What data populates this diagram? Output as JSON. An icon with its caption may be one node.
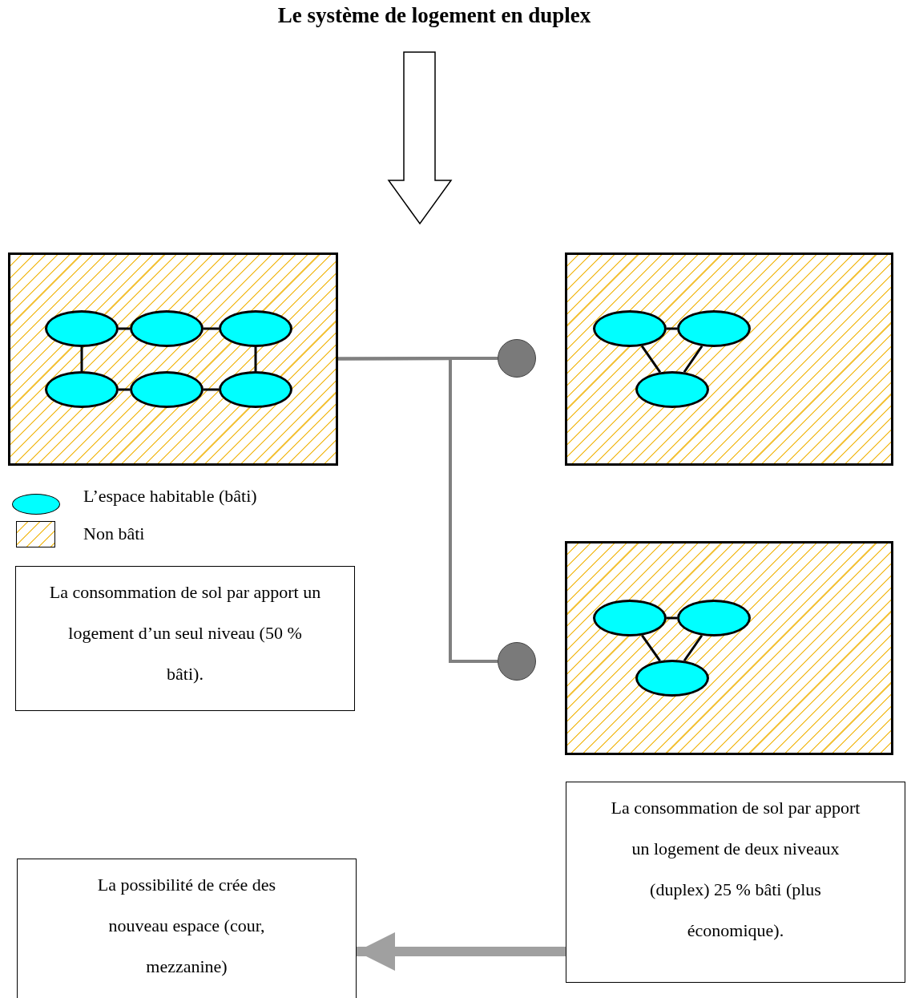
{
  "diagram": {
    "title": "Le système de logement en duplex",
    "nodes": [
      {
        "text": [],
        "shape": "box"
      },
      {
        "text": [],
        "shape": "ellipse",
        "in": 0
      },
      {
        "text": [],
        "shape": "ellipse",
        "in": 0
      },
      {
        "text": [],
        "shape": "ellipse",
        "in": 0
      },
      {
        "text": [],
        "shape": "ellipse",
        "in": 0
      },
      {
        "text": [],
        "shape": "ellipse",
        "in": 0
      },
      {
        "text": [],
        "shape": "ellipse",
        "in": 0
      },
      {
        "text": [],
        "shape": "box"
      },
      {
        "text": [],
        "shape": "ellipse",
        "in": 7
      },
      {
        "text": [],
        "shape": "ellipse",
        "in": 7
      },
      {
        "text": [],
        "shape": "ellipse",
        "in": 7
      },
      {
        "text": [],
        "shape": "box"
      },
      {
        "text": [],
        "shape": "ellipse",
        "in": 11
      },
      {
        "text": [],
        "shape": "ellipse",
        "in": 11
      },
      {
        "text": [],
        "shape": "ellipse",
        "in": 11
      },
      {
        "text": [],
        "shape": "circle"
      },
      {
        "text": [],
        "shape": "circle"
      },
      {
        "text": [
          "La consommation de sol par apport un logement d’un seul niveau (50 % bâti)."
        ]
      },
      {
        "text": [
          "La consommation de sol par apport un logement de deux niveaux (duplex) 25 % bâti (plus économique)."
        ]
      },
      {
        "text": [
          "La possibilité de crée des nouveau espace (cour, mezzanine)"
        ]
      }
    ],
    "edges": [
      {
        "from": 1,
        "to": 2,
        "arrow": "none"
      },
      {
        "from": 2,
        "to": 3,
        "arrow": "none"
      },
      {
        "from": 4,
        "to": 5,
        "arrow": "none"
      },
      {
        "from": 5,
        "to": 6,
        "arrow": "none"
      },
      {
        "from": 1,
        "to": 4,
        "arrow": "none"
      },
      {
        "from": 3,
        "to": 6,
        "arrow": "none"
      },
      {
        "from": 8,
        "to": 9,
        "arrow": "none"
      },
      {
        "from": 8,
        "to": 10,
        "arrow": "none"
      },
      {
        "from": 9,
        "to": 10,
        "arrow": "none"
      },
      {
        "from": 12,
        "to": 13,
        "arrow": "none"
      },
      {
        "from": 12,
        "to": 14,
        "arrow": "none"
      },
      {
        "from": 13,
        "to": 14,
        "arrow": "none"
      },
      {
        "from": 0,
        "to": 15,
        "arrow": "none",
        "color": "#808080"
      },
      {
        "from": 0,
        "to": 16,
        "arrow": "none",
        "color": "#808080"
      },
      {
        "from": 18,
        "to": 19,
        "arrow": "to",
        "style": "thick",
        "color": "#a0a0a0"
      }
    ],
    "legend": [
      {
        "text": "L’espace habitable (bâti)"
      },
      {
        "text": "Non bâti"
      }
    ]
  }
}
